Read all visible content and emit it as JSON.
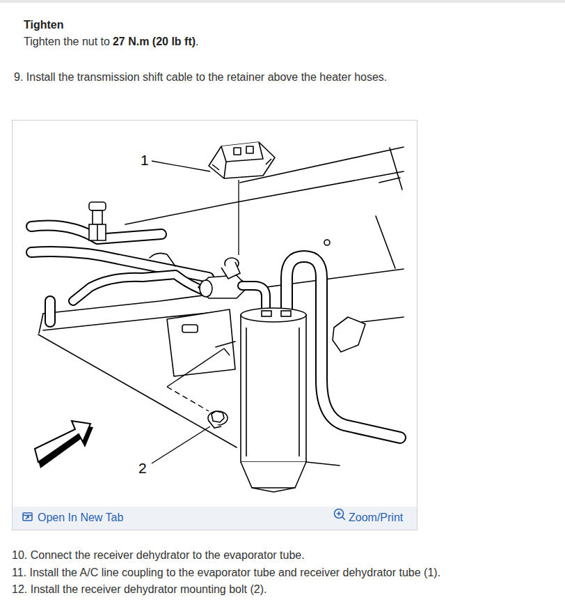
{
  "diagram": {
    "labels": [
      "Tighten",
      "Tighten the nut to",
      "27 N.m (20 lb ft)",
      ".",
      "9. Install the transmission shift cable to the retainer above the heater hoses.",
      "1",
      "2",
      "Open In New Tab",
      "Zoom/Print",
      "10. Connect the receiver dehydrator to the evaporator tube.",
      "11. Install the A/C line coupling to the evaporator tube and receiver dehydrator tube (1).",
      "12. Install the receiver dehydrator mounting bolt (2)."
    ]
  }
}
